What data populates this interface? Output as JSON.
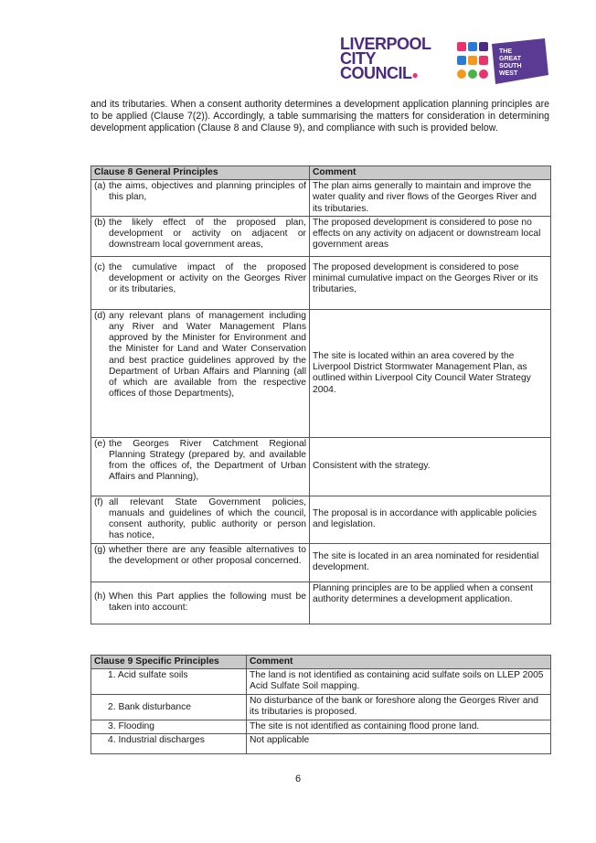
{
  "header": {
    "logo_lines": [
      "LIVERPOOL",
      "CITY",
      "COUNCIL"
    ],
    "gsw_lines": [
      "THE",
      "GREAT",
      "SOUTH",
      "WEST"
    ],
    "colors": {
      "council": "#4b2a84",
      "gsw_bg": "#5b3a93",
      "accent_pink": "#e8336b",
      "accent_blue": "#2b7bd6",
      "accent_orange": "#f39a1e",
      "accent_green": "#4bb34b"
    }
  },
  "intro": "and its tributaries. When a consent authority determines a development application planning principles are to be applied (Clause 7(2)). Accordingly, a table summarising the matters for consideration in determining development application (Clause 8 and Clause 9), and compliance with such is provided below.",
  "clause8": {
    "headers": [
      "Clause 8 General Principles",
      "Comment"
    ],
    "rows": [
      {
        "letter": "(a)",
        "principle": "the aims, objectives and planning principles of this plan,",
        "comment": "The plan aims generally to maintain and improve the water quality and river flows of the Georges River and its tributaries."
      },
      {
        "letter": "(b)",
        "principle": "the likely effect of the proposed plan, development or activity on adjacent or downstream local government areas,",
        "comment": "The proposed development is considered to pose no effects on any activity on adjacent or downstream local government areas"
      },
      {
        "letter": "(c)",
        "principle": "the cumulative impact of the proposed development or activity on the Georges River or its tributaries,",
        "comment": "The proposed development is considered to pose minimal cumulative impact on the Georges River or its tributaries,"
      },
      {
        "letter": "(d)",
        "principle": "any relevant plans of management including any River and Water Management Plans approved by the Minister for Environment and the Minister for Land and Water Conservation and best practice guidelines approved by the Department of Urban Affairs and Planning (all of which are available from the respective offices of those Departments),",
        "comment": "The site is located within an area covered by the Liverpool District Stormwater Management Plan, as outlined within Liverpool City Council Water Strategy 2004."
      },
      {
        "letter": "(e)",
        "principle": "the Georges River Catchment Regional Planning Strategy (prepared by, and available from the offices of, the Department of Urban Affairs and Planning),",
        "comment": "Consistent with the strategy."
      },
      {
        "letter": "(f)",
        "principle": "all relevant State Government policies, manuals and guidelines of which the council, consent authority, public authority or person has notice,",
        "comment": "The proposal is in accordance with applicable policies and legislation."
      },
      {
        "letter": "(g)",
        "principle": "whether there are any feasible alternatives to the development or other proposal concerned.",
        "comment": "The site is located in an area nominated for residential development."
      },
      {
        "letter": "(h)",
        "principle": "When this Part applies the following must be taken into account:",
        "comment": "Planning principles are to be applied when a consent authority determines a development application."
      }
    ]
  },
  "clause9": {
    "headers": [
      "Clause 9 Specific Principles",
      "Comment"
    ],
    "rows": [
      {
        "item": "1.   Acid sulfate soils",
        "comment": "The land is not identified as containing acid sulfate soils on LLEP 2005 Acid Sulfate Soil mapping."
      },
      {
        "item": "2.   Bank disturbance",
        "comment": "No disturbance of the bank or foreshore along the Georges River and its tributaries is proposed."
      },
      {
        "item": "3.   Flooding",
        "comment": "The site is not identified as containing flood prone land."
      },
      {
        "item": "4.   Industrial discharges",
        "comment": "Not applicable"
      }
    ]
  },
  "page_number": "6"
}
